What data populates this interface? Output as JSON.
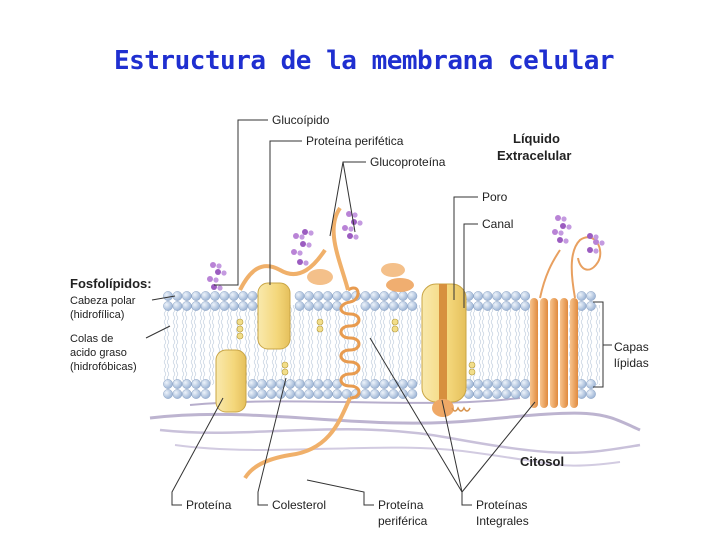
{
  "title": "Estructura de la membrana celular",
  "labels": {
    "glucolipido": "Glucoípido",
    "proteina_periferica_top": "Proteína perifética",
    "glucoproteina": "Glucoproteína",
    "liquido_line1": "Líquido",
    "liquido_line2": "Extracelular",
    "poro": "Poro",
    "canal": "Canal",
    "fosfolipidos": "Fosfolípidos:",
    "cabeza_polar": "Cabeza polar",
    "hidrofilica": "(hidrofílica)",
    "colas_de": "Colas de",
    "acido_graso": "acido graso",
    "hidrofobicas": "(hidrofóbicas)",
    "capas_line1": "Capas",
    "capas_line2": "lípidas",
    "citosol": "Citosol",
    "proteina": "Proteína",
    "colesterol": "Colesterol",
    "proteina_periferica_bottom_1": "Proteína",
    "proteina_periferica_bottom_2": "periférica",
    "proteinas_integrales_1": "Proteínas",
    "proteinas_integrales_2": "Integrales"
  },
  "colors": {
    "title": "#1f2fd0",
    "phospholipid_head": "#b9cbe3",
    "protein_yellow": "#f6df8e",
    "protein_orange": "#efa866",
    "glyco_purple": "#a469c6",
    "cytoskeleton": "#aaa3c2"
  }
}
